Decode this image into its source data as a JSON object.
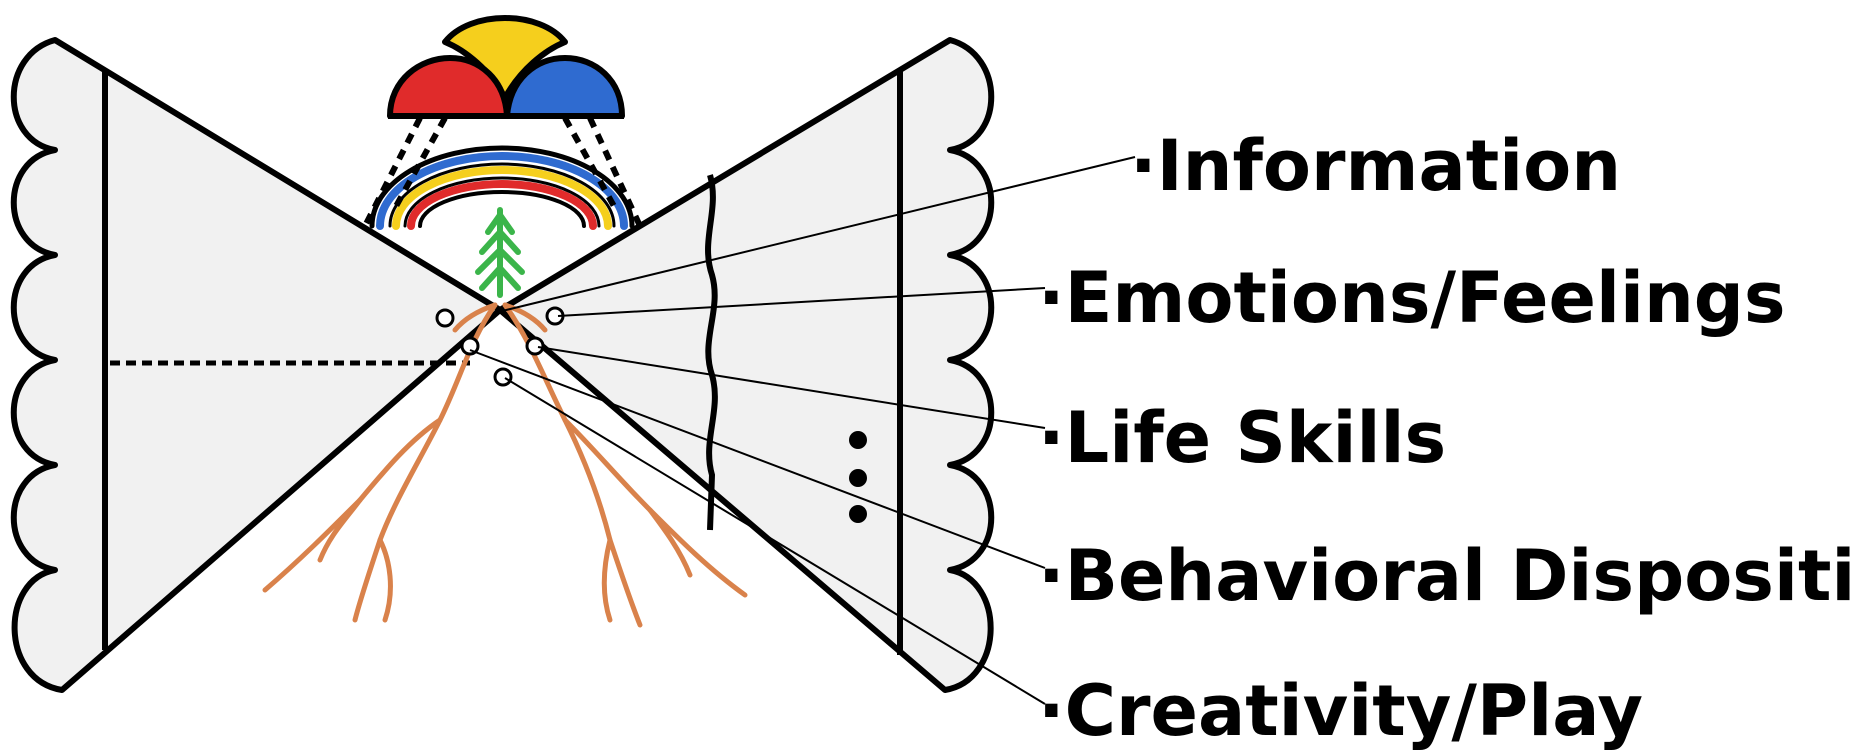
{
  "labels": [
    {
      "text": "·Information"
    },
    {
      "text": "·Emotions/Feelings"
    },
    {
      "text": "·Life Skills"
    },
    {
      "text": "·Behavioral Disposition"
    },
    {
      "text": "·Creativity/Play"
    }
  ],
  "colors": {
    "outline": "#000000",
    "panel_fill": "#f1f1f1",
    "dome_red": "#e02b2b",
    "dome_yellow": "#f5cf1d",
    "dome_blue": "#2f6bd0",
    "arc_blue": "#2f6bd0",
    "arc_yellow": "#f5cf1d",
    "arc_red": "#e02b2b",
    "plant_green": "#3bb54a",
    "root_brown": "#d9824b"
  }
}
